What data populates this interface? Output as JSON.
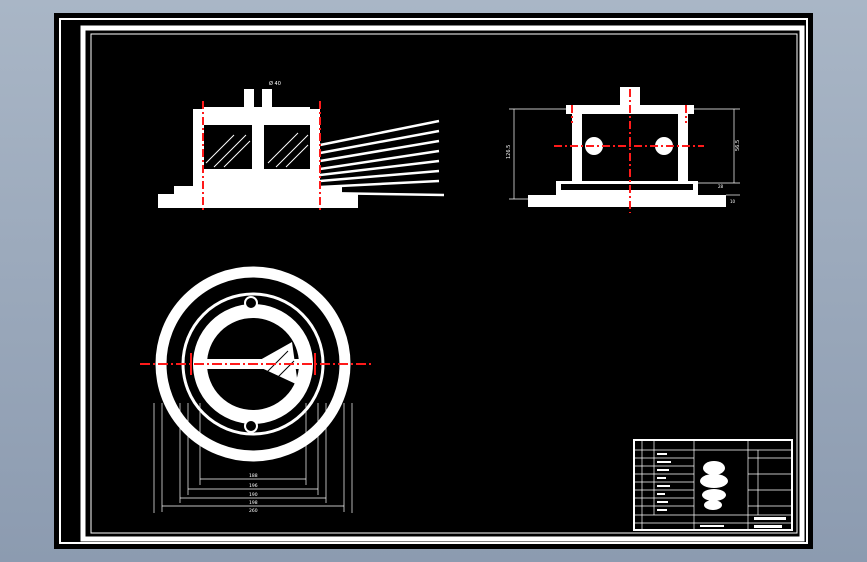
{
  "colors": {
    "line": "#ffffff",
    "centerline": "#ff1a1a",
    "paper": "#000000",
    "background": "#9aa8ba"
  },
  "views": {
    "front": {
      "top_dim": "Ø 40",
      "leaders_count_label": ""
    },
    "side": {
      "height_dim": "126.5",
      "right_dim": "56.5",
      "small_dim_1": "28",
      "small_dim_2": "10"
    },
    "plan": {
      "dims": [
        "188",
        "196",
        "190",
        "198",
        "260"
      ]
    }
  },
  "title_block": {
    "drawing_name": "",
    "rows": [
      "",
      "",
      "",
      "",
      "",
      "",
      "",
      ""
    ]
  }
}
